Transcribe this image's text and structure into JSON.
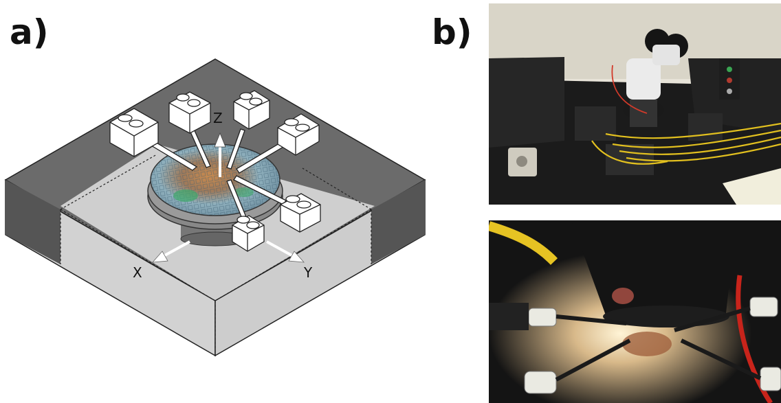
{
  "labels": {
    "panel_a": "a)",
    "panel_b": "b)"
  },
  "axes": {
    "x": "X",
    "y": "Y",
    "z": "Z"
  },
  "colors": {
    "block_side_dark": "#5a5a5a",
    "block_face_light": "#cfcfcf",
    "block_top_dark": "#6a6a6a",
    "wafer_blue": "#8ab6c8",
    "wafer_orange": "#b0703a",
    "probe_cable_yellow": "#e5c21f"
  }
}
